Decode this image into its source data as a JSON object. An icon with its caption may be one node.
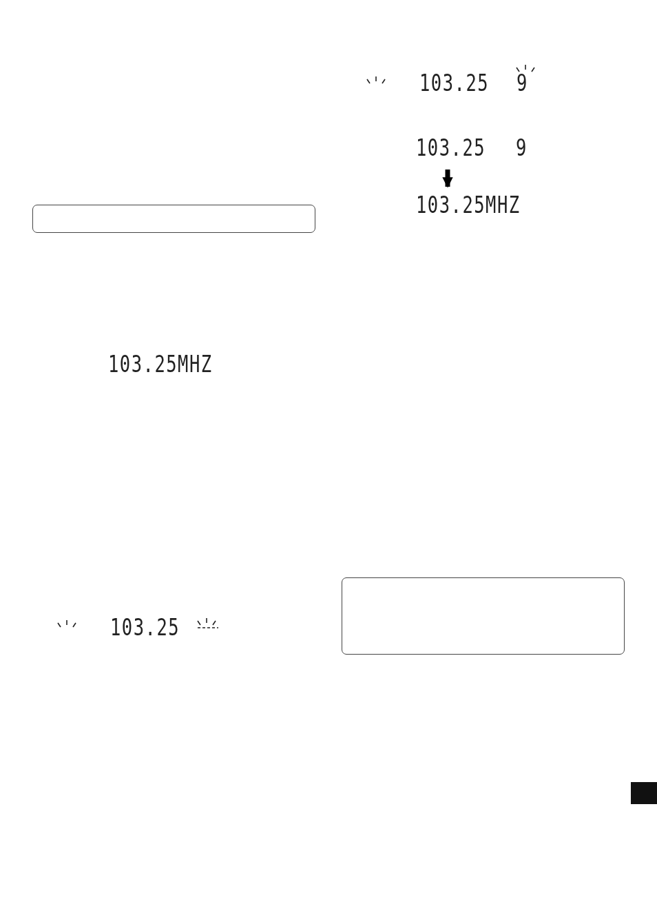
{
  "diagram": {
    "nodes": [
      {
        "text": [],
        "shape": "box"
      },
      {
        "text": [
          "103.25",
          "9"
        ]
      },
      {
        "text": [
          "103.25MHZ"
        ]
      },
      {
        "text": [],
        "shape": "box"
      }
    ],
    "edges": [
      {
        "from": 1,
        "to": 2,
        "arrow": "to"
      }
    ],
    "labels": [
      "103.25MHZ",
      "103.25",
      "103.25",
      "9"
    ]
  }
}
